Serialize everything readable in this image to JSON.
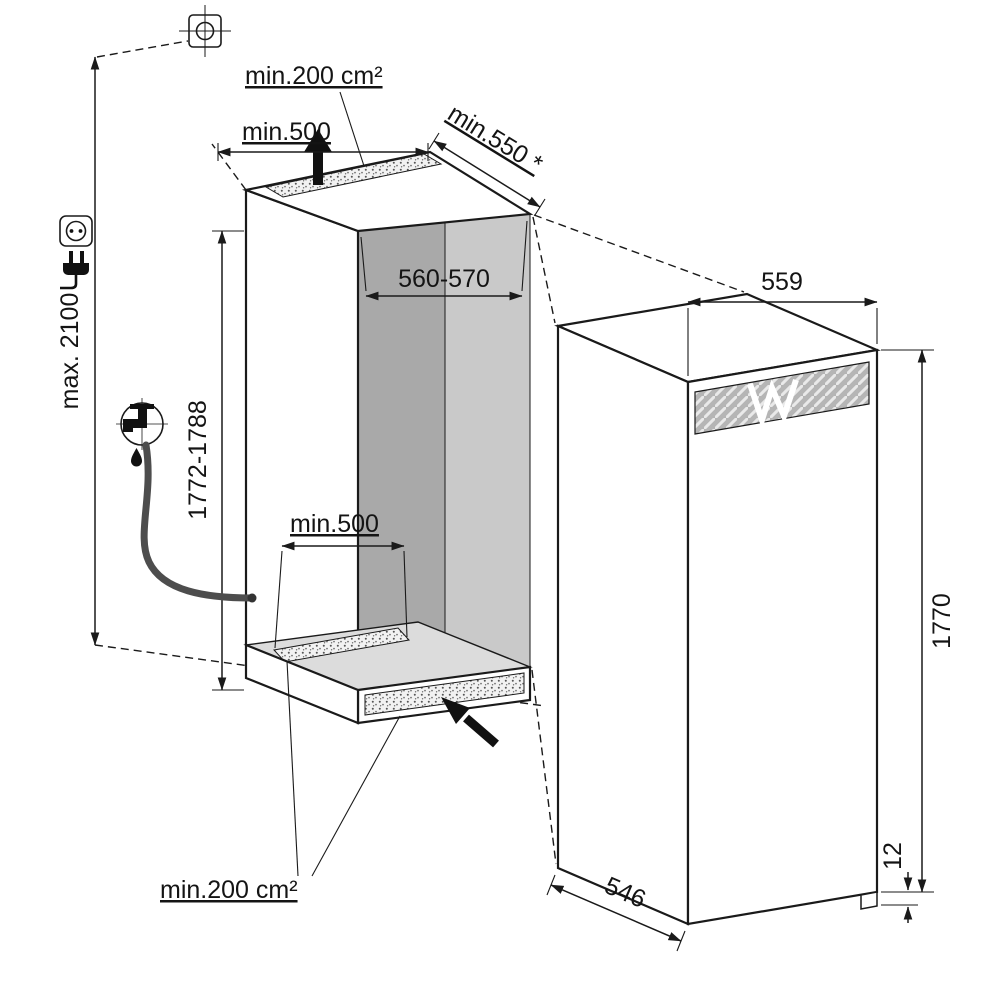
{
  "dimensions": {
    "ceiling_height": "max. 2100",
    "top_vent_area": "min.200 cm²",
    "top_clearance_width": "min.500",
    "niche_depth": "min.550 *",
    "niche_width": "560-570",
    "niche_height": "1772-1788",
    "base_clearance_width": "min.500",
    "base_vent_area": "min.200 cm²",
    "appliance_width": "559",
    "appliance_height": "1770",
    "base_gap": "12",
    "appliance_depth": "546"
  },
  "icons": {
    "ceiling_fixing": "crosshair-target-icon",
    "power_socket": "socket-icon",
    "power_plug": "plug-icon",
    "water_tap": "tap-icon",
    "water_drop": "drop-icon",
    "drain_hose": "hose-line",
    "air_out_top": "arrow-up-icon",
    "air_in_bottom": "arrow-diagonal-icon"
  },
  "colors": {
    "line": "#1a1a1a",
    "interior_back": "#a9a9a9",
    "interior_side": "#c9c9c9",
    "interior_floor": "#dcdcdc",
    "grille": "#b5b5b5",
    "hose": "#4d4d4d"
  }
}
